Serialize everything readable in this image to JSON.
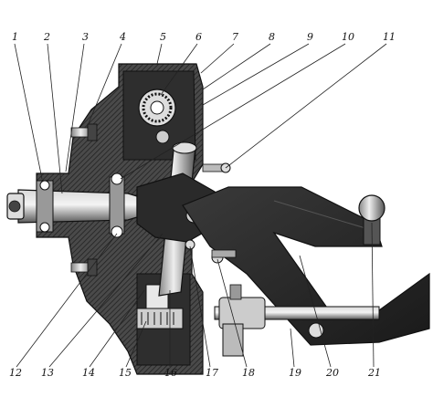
{
  "figure": {
    "callouts_top": [
      "1",
      "2",
      "3",
      "4",
      "5",
      "6",
      "7",
      "8",
      "9",
      "10",
      "11"
    ],
    "callouts_bottom": [
      "12",
      "13",
      "14",
      "15",
      "16",
      "17",
      "18",
      "19",
      "20",
      "21"
    ]
  },
  "colors": {
    "ink": "#111111",
    "metal_dark": "#2b2b2b",
    "metal_mid": "#6b6b6b",
    "metal_light": "#b8b8b8",
    "paper": "#ffffff"
  }
}
